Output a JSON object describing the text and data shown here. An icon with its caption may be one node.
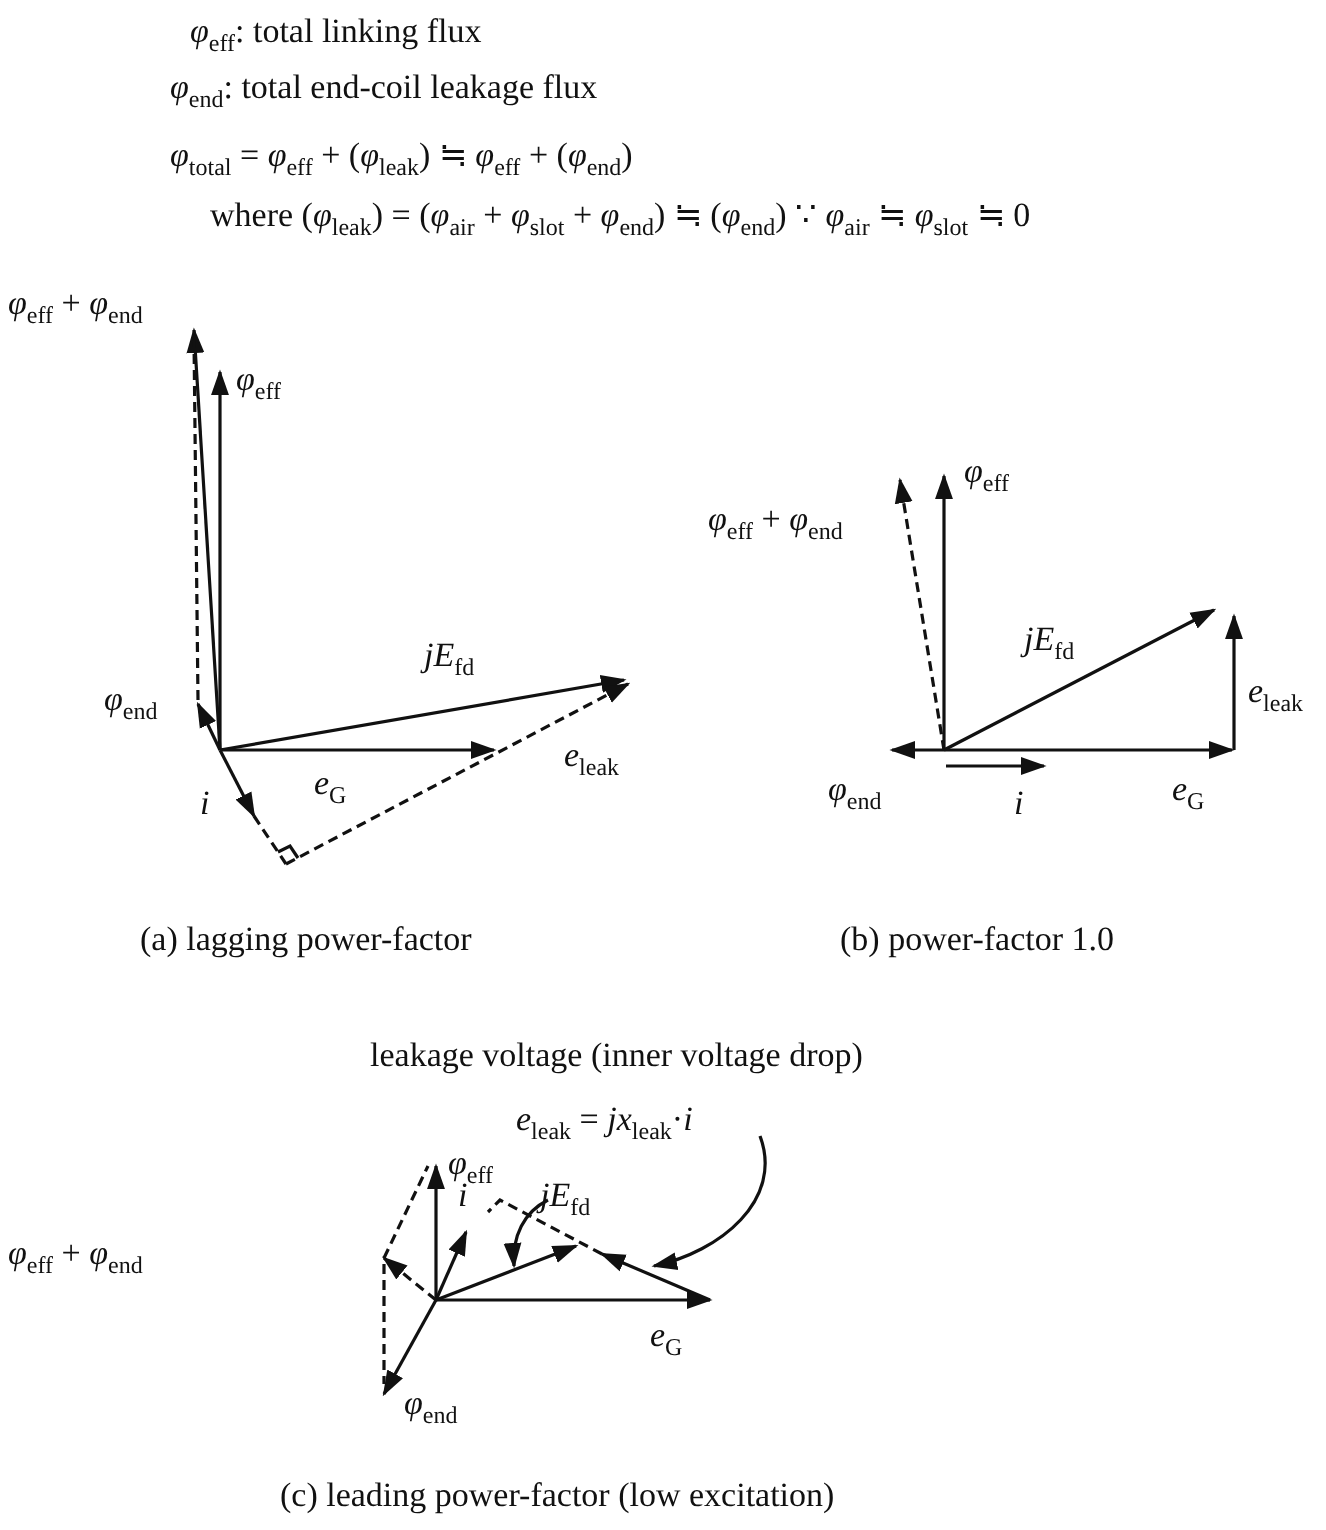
{
  "diagram": {
    "nodes": [
      {
        "text": [
          "*e*$_{leak}$ = *jx*$_{leak}$·*i*"
        ]
      },
      {
        "text": [
          "*jE*$_{fd}$"
        ]
      }
    ],
    "edges": [
      {
        "from": 0,
        "to": null,
        "arrow": "to"
      },
      {
        "from": 1,
        "to": null,
        "arrow": "to"
      }
    ],
    "labels": [
      "*φ*$_{eff}$: total linking flux",
      "*φ*$_{end}$: total end-coil leakage flux",
      "*φ*$_{total}$ = *φ*$_{eff}$ + (*φ*$_{leak}$) ≒ *φ*$_{eff}$ + (*φ*$_{end}$)",
      "where (*φ*$_{leak}$) = (*φ*$_{air}$ + *φ*$_{slot}$ + *φ*$_{end}$) ≒ (*φ*$_{end}$) ∵ *φ*$_{air}$ ≒ *φ*$_{slot}$ ≒ 0",
      "*φ*$_{eff}$ + *φ*$_{end}$",
      "*φ*$_{eff}$",
      "*jE*$_{fd}$",
      "*φ*$_{end}$",
      "*e*$_{leak}$",
      "*e*$_{G}$",
      "*i*",
      "*φ*$_{eff}$",
      "*φ*$_{eff}$ + *φ*$_{end}$",
      "*jE*$_{fd}$",
      "*e*$_{leak}$",
      "*φ*$_{end}$",
      "*i*",
      "*e*$_{G}$",
      "(a) lagging power-factor",
      "(b) power-factor 1.0",
      "leakage voltage (inner voltage drop)",
      "*φ*$_{eff}$",
      "*i*",
      "*φ*$_{eff}$ + *φ*$_{end}$",
      "*e*$_{G}$",
      "*φ*$_{end}$",
      "(c) leading power-factor (low excitation)"
    ]
  }
}
